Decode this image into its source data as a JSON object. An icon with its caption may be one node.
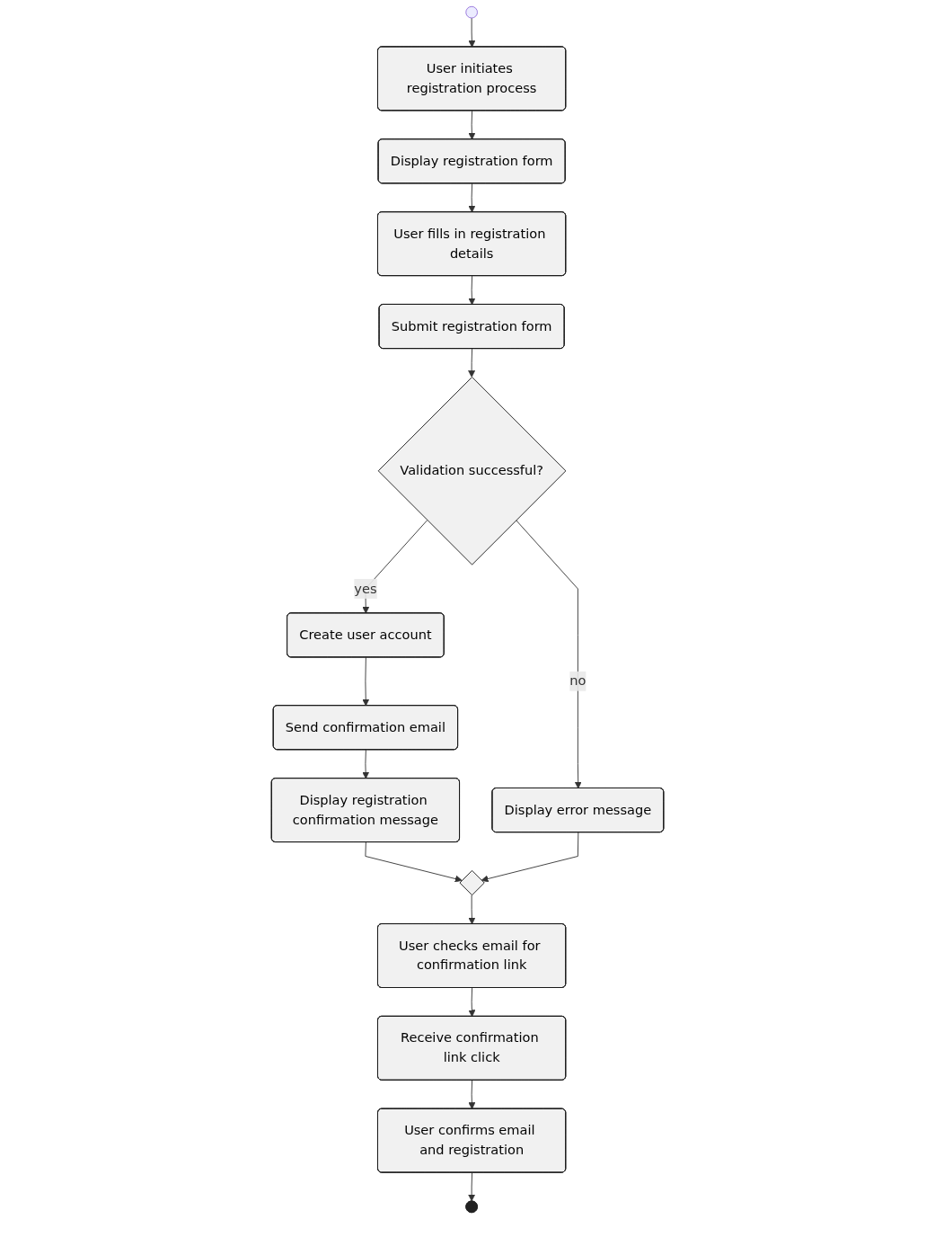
{
  "diagram": {
    "nodes": [
      {
        "text": [],
        "shape": "circle"
      },
      {
        "text": [
          "User initiates registration process"
        ]
      },
      {
        "text": [
          "Display registration form"
        ]
      },
      {
        "text": [
          "User fills in registration details"
        ]
      },
      {
        "text": [
          "Submit registration form"
        ]
      },
      {
        "text": [
          "Validation successful?"
        ]
      },
      {
        "text": [
          "Create user account"
        ]
      },
      {
        "text": [
          "Display error message"
        ]
      },
      {
        "text": [
          "Send confirmation email"
        ]
      },
      {
        "text": [
          "Display registration confirmation message"
        ]
      },
      {
        "text": [],
        "shape": "diamond"
      },
      {
        "text": [
          "User checks email for confirmation link"
        ]
      },
      {
        "text": [
          "Receive confirmation link click"
        ]
      },
      {
        "text": [
          "User confirms email and registration"
        ]
      },
      {
        "text": [],
        "shape": "circle"
      }
    ],
    "edges": [
      {
        "from": 0,
        "to": 1,
        "arrow": "to"
      },
      {
        "from": 1,
        "to": 2,
        "arrow": "to"
      },
      {
        "from": 2,
        "to": 3,
        "arrow": "to"
      },
      {
        "from": 3,
        "to": 4,
        "arrow": "to"
      },
      {
        "from": 4,
        "to": 5,
        "arrow": "to"
      },
      {
        "from": 5,
        "to": 6,
        "label": "yes",
        "arrow": "to"
      },
      {
        "from": 5,
        "to": 7,
        "label": "no",
        "arrow": "to"
      },
      {
        "from": 6,
        "to": 8,
        "arrow": "to"
      },
      {
        "from": 8,
        "to": 9,
        "arrow": "to"
      },
      {
        "from": 9,
        "to": 10,
        "arrow": "to"
      },
      {
        "from": 7,
        "to": 10,
        "arrow": "to"
      },
      {
        "from": 10,
        "to": 11,
        "arrow": "to"
      },
      {
        "from": 11,
        "to": 12,
        "arrow": "to"
      },
      {
        "from": 12,
        "to": 13,
        "arrow": "to"
      },
      {
        "from": 13,
        "to": 14,
        "arrow": "to"
      }
    ]
  }
}
